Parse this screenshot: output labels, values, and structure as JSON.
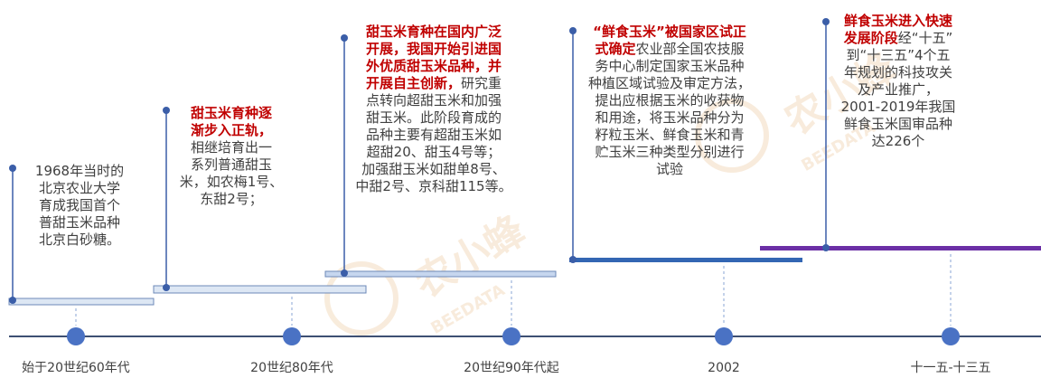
{
  "colors": {
    "axis": "#3d4f73",
    "node": "#4a72c4",
    "dash": "#8aa4d6",
    "pin": "#3b5ea8",
    "highlight": "#c00000",
    "text": "#404040",
    "bar_light": "#dde7f4",
    "bar_light_border": "#6d89b8",
    "bar_mid": "#c6d6ee",
    "bar_blue": "#3366b3",
    "bar_purple": "#6b2fa6",
    "watermark": "#f3dcc0"
  },
  "watermark": {
    "text_cn": "农小蜂",
    "text_en": "BEEDATA"
  },
  "stages": [
    {
      "axis_label": "始于20世纪60年代",
      "highlight": "",
      "text": "1968年当时的\n北京农业大学\n育成我国首个\n普甜玉米品种\n北京白砂糖。",
      "bar_style": "light"
    },
    {
      "axis_label": "20世纪80年代",
      "highlight": "甜玉米育种逐\n渐步入正轨，",
      "text": "\n相继培育出一\n系列普通甜玉\n米，如农梅1号、\n东甜2号；",
      "bar_style": "light"
    },
    {
      "axis_label": "20世纪90年代起",
      "highlight": "甜玉米育种在国内广泛\n开展，我国开始引进国\n外优质甜玉米品种，并\n开展自主创新，",
      "text": "研究重\n点转向超甜玉米和加强\n甜玉米。此阶段育成的\n品种主要有超甜玉米如\n超甜20、甜玉4号等；\n加强甜玉米如甜单8号、\n中甜2号、京科甜115等。",
      "bar_style": "mid"
    },
    {
      "axis_label": "2002",
      "highlight": "“鲜食玉米”被国家区试正\n式确定",
      "text": "农业部全国农技服\n务中心制定国家玉米品种\n种植区域试验及审定方法，\n提出应根据玉米的收获物\n和用途，将玉米品种分为\n籽粒玉米、鲜食玉米和青\n贮玉米三种类型分别进行\n试验",
      "bar_style": "blue"
    },
    {
      "axis_label": "十一五-十三五",
      "highlight": "鲜食玉米进入快速\n发展阶段",
      "text": "经“十五”\n到“十三五”4个五\n年规划的科技攻关\n及产业推广，\n2001-2019年我国\n鲜食玉米国审品种\n达226个",
      "bar_style": "purple"
    }
  ]
}
